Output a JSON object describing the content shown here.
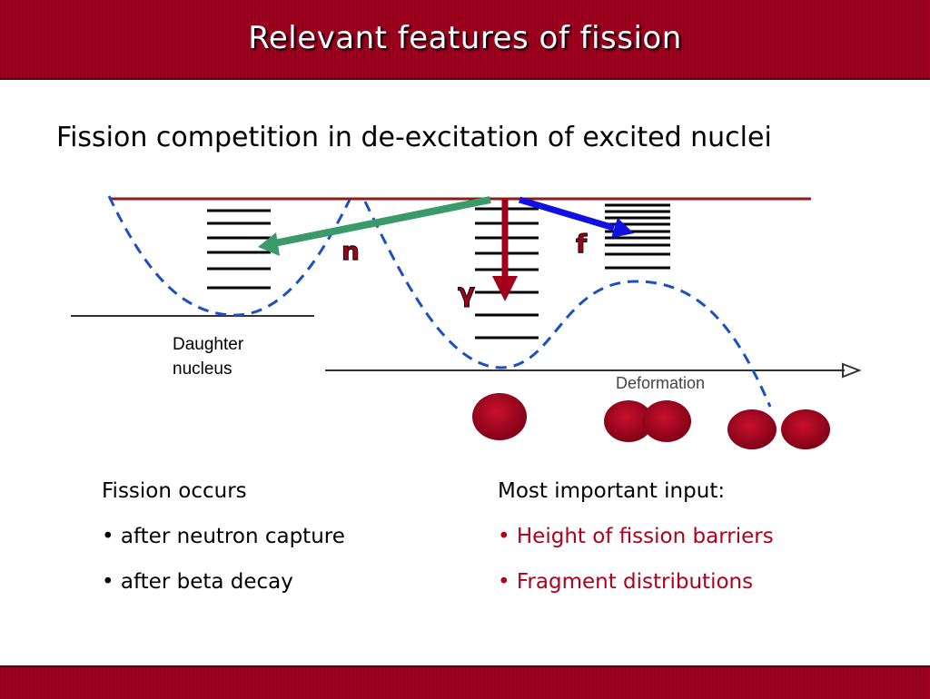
{
  "header": {
    "title": "Relevant features of fission"
  },
  "subtitle": "Fission competition in de-excitation of excited nuclei",
  "diagram": {
    "label_n": "n",
    "label_f": "f",
    "label_gamma": "γ",
    "daughter_line1": "Daughter",
    "daughter_line2": "nucleus",
    "deformation": "Deformation",
    "colors": {
      "n_arrow": "#3a9a6a",
      "f_arrow": "#1010e0",
      "gamma_arrow": "#a0001c",
      "potential": "#1a50c0",
      "nucleus": "#a0001c"
    }
  },
  "left_column": {
    "heading": "Fission occurs",
    "items": [
      "• after neutron capture",
      "• after beta decay"
    ]
  },
  "right_column": {
    "heading": "Most important input:",
    "items": [
      "• Height of fission barriers",
      "• Fragment distributions"
    ]
  }
}
